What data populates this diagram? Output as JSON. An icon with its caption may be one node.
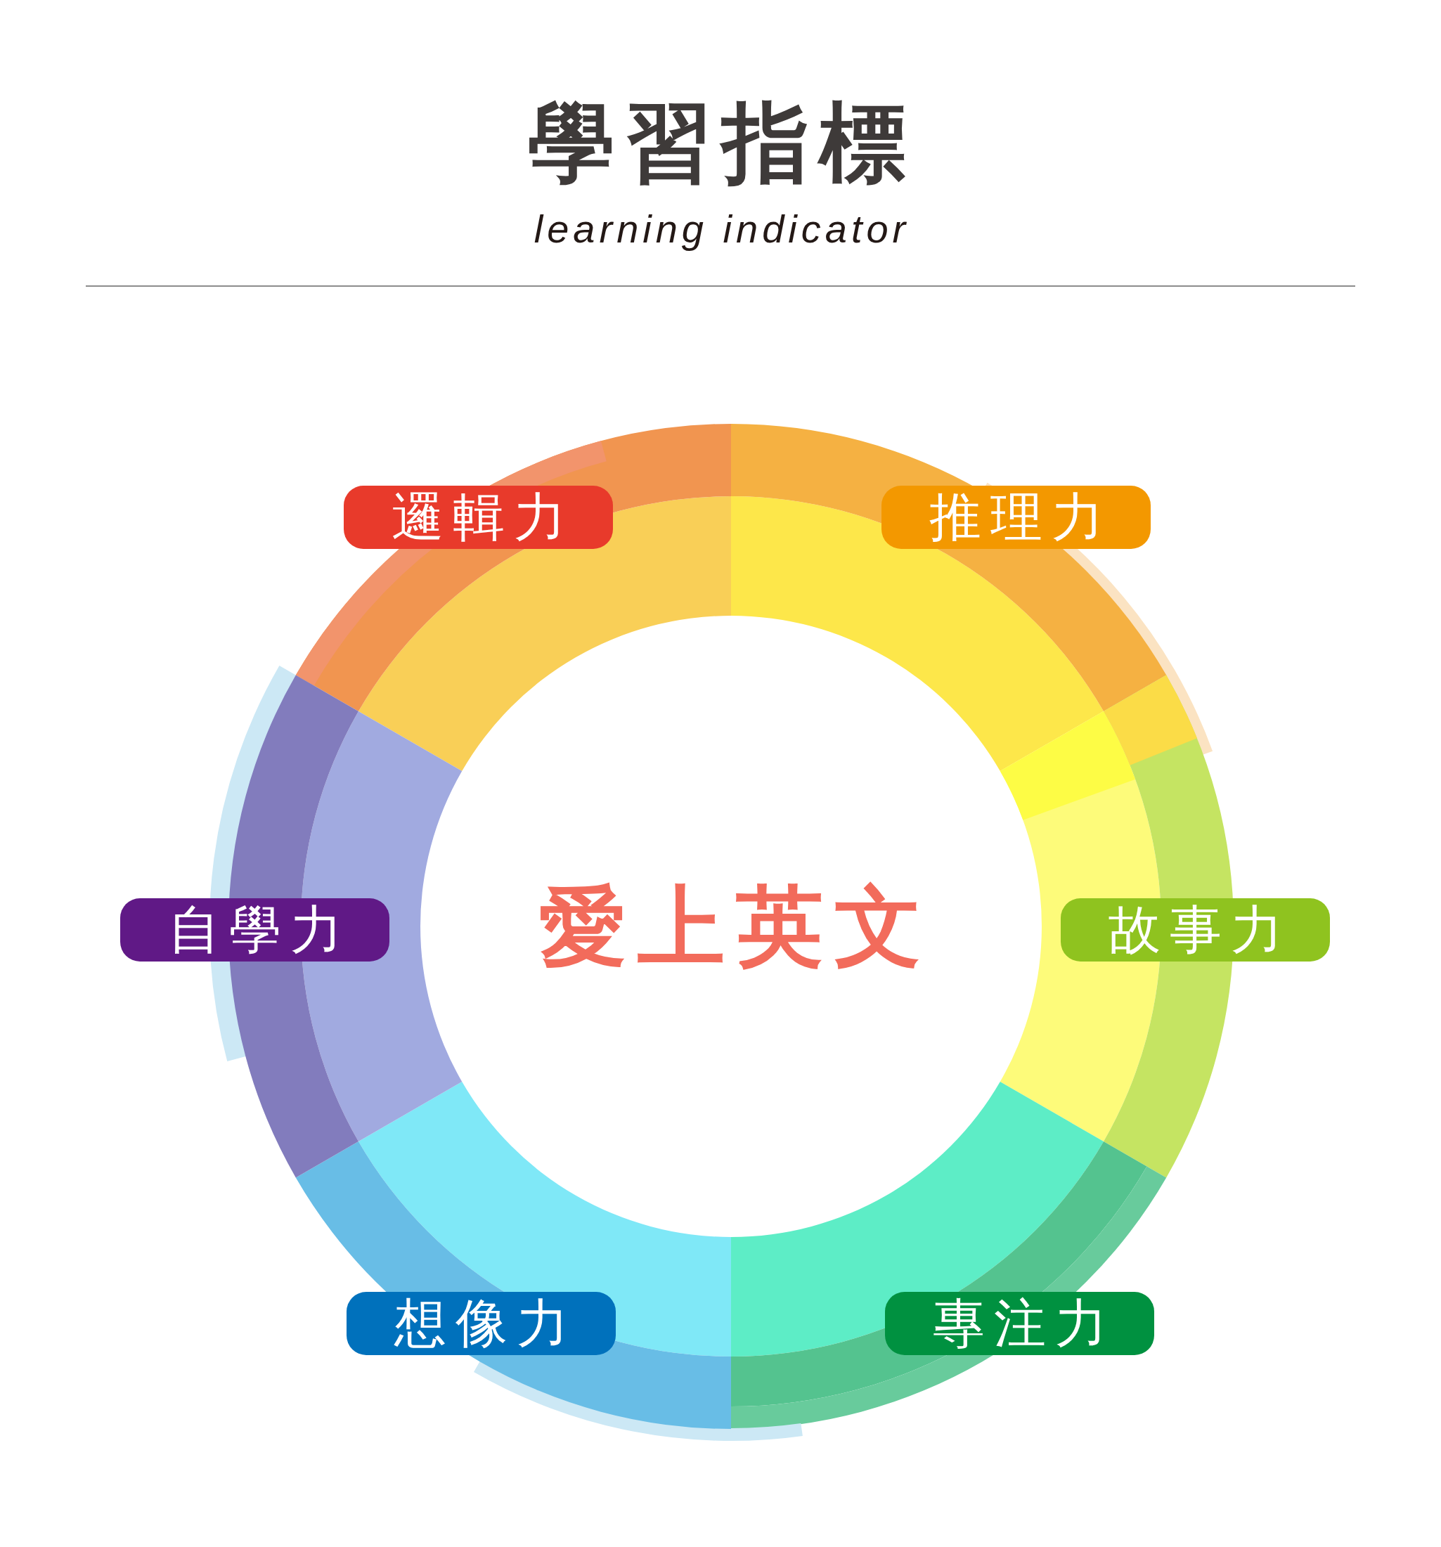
{
  "diagram": {
    "title": "學習指標",
    "nodes": [
      {
        "text": [
          "邏輯力"
        ]
      },
      {
        "text": [
          "推理力"
        ]
      },
      {
        "text": [
          "自學力"
        ]
      },
      {
        "text": [
          "故事力"
        ]
      },
      {
        "text": [
          "想像力"
        ]
      },
      {
        "text": [
          "專注力"
        ]
      }
    ],
    "labels": [
      "learning indicator",
      "愛上英文"
    ]
  }
}
